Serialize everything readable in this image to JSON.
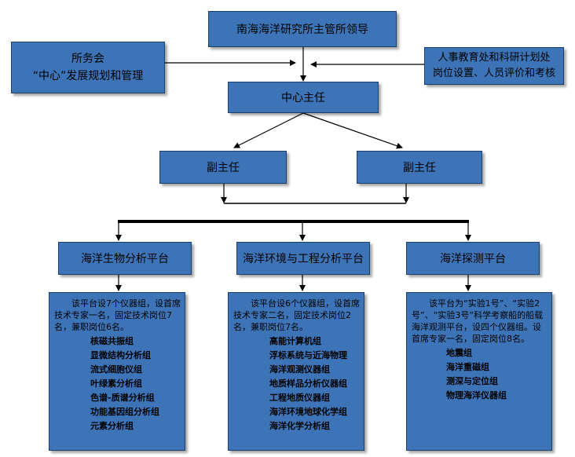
{
  "top": {
    "label": "南海海洋研究所主管所领导"
  },
  "left_box": {
    "line1": "所务会",
    "line2": "“中心”发展规划和管理"
  },
  "right_box": {
    "line1": "人事教育处和科研计划处",
    "line2": "岗位设置、人员评价和考核"
  },
  "center": {
    "label": "中心主任"
  },
  "deputies": [
    {
      "label": "副主任"
    },
    {
      "label": "副主任"
    }
  ],
  "platforms": [
    {
      "title": "海洋生物分析平台",
      "intro": "该平台设7个仪器组，设首席技术专家一名，固定技术岗位7名，兼职岗位6名。",
      "groups": [
        "核磁共振组",
        "显微结构分析组",
        "流式细胞仪组",
        "叶绿素分析组",
        "色谱-质谱分析组",
        "功能基因组分析组",
        "元素分析组"
      ]
    },
    {
      "title": "海洋环境与工程分析平台",
      "intro": "该平台设6个仪器组，设首席技术专家二名，固定技术岗位2名，兼职岗位7名。",
      "groups": [
        "高能计算机组",
        "浮标系统与近海物理",
        "海洋观测仪器组",
        "地质样品分析仪器组",
        "工程地质仪器组",
        "海洋环境地球化学组",
        "海洋化学分析组"
      ]
    },
    {
      "title": "海洋探测平台",
      "intro": "该平台为“实验1号”、“实验2号”、“实验3号”科学考察船的船载海洋观测平台，设四个仪器组。设首席专家一名，固定岗位8名。",
      "groups": [
        "地震组",
        "海洋重磁组",
        "测深与定位组",
        "物理海洋仪器组"
      ]
    }
  ],
  "colors": {
    "box_fill": "#3d74b8",
    "box_border": "#1e3f6a",
    "line": "#000000"
  }
}
